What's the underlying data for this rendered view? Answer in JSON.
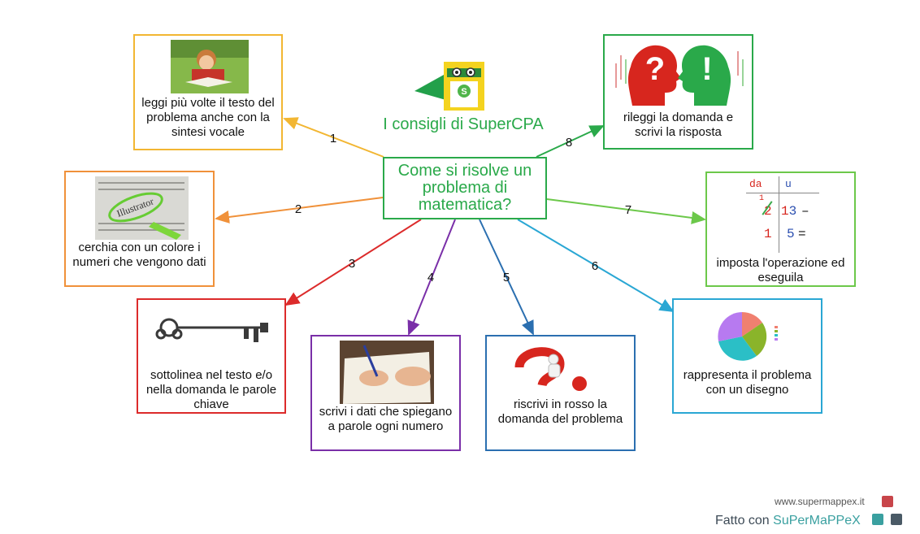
{
  "title": "I consigli di SuperCPA",
  "center": "Come si risolve un problema di matematica?",
  "steps": [
    {
      "num": "1",
      "text": "leggi più volte il testo del problema anche con la sintesi vocale",
      "color": "#f2b632",
      "image": "child-reading-book"
    },
    {
      "num": "2",
      "text": "cerchia con un colore i numeri che vengono dati",
      "color": "#f0913a",
      "image": "highlighted-newspaper"
    },
    {
      "num": "3",
      "text": "sottolinea nel testo e/o nella domanda le parole chiave",
      "color": "#dc2b2b",
      "image": "antique-key"
    },
    {
      "num": "4",
      "text": "scrivi i dati che spiegano a parole ogni numero",
      "color": "#7a2fa8",
      "image": "hand-writing-notebook"
    },
    {
      "num": "5",
      "text": "riscrivi in rosso la domanda del problema",
      "color": "#2b6fb0",
      "image": "red-question-mark-figure"
    },
    {
      "num": "6",
      "text": "rappresenta il problema con un disegno",
      "color": "#2aa7d4",
      "image": "pie-chart"
    },
    {
      "num": "7",
      "text": "imposta l'operazione ed eseguila",
      "color": "#6cc84a",
      "image": "column-subtraction"
    },
    {
      "num": "8",
      "text": "rileggi la domanda e scrivi la risposta",
      "color": "#2aa94a",
      "image": "question-exclamation-heads"
    }
  ],
  "subtraction": {
    "col1": "da",
    "col2": "u",
    "borrow": "1",
    "a_tens": "2",
    "a_units": "13",
    "op": "–",
    "b_tens": "1",
    "b_units": "5",
    "eq": "="
  },
  "footer": {
    "url": "www.supermappex.it",
    "prefix": "Fatto con ",
    "brand": "SuPerMaPPeX"
  }
}
